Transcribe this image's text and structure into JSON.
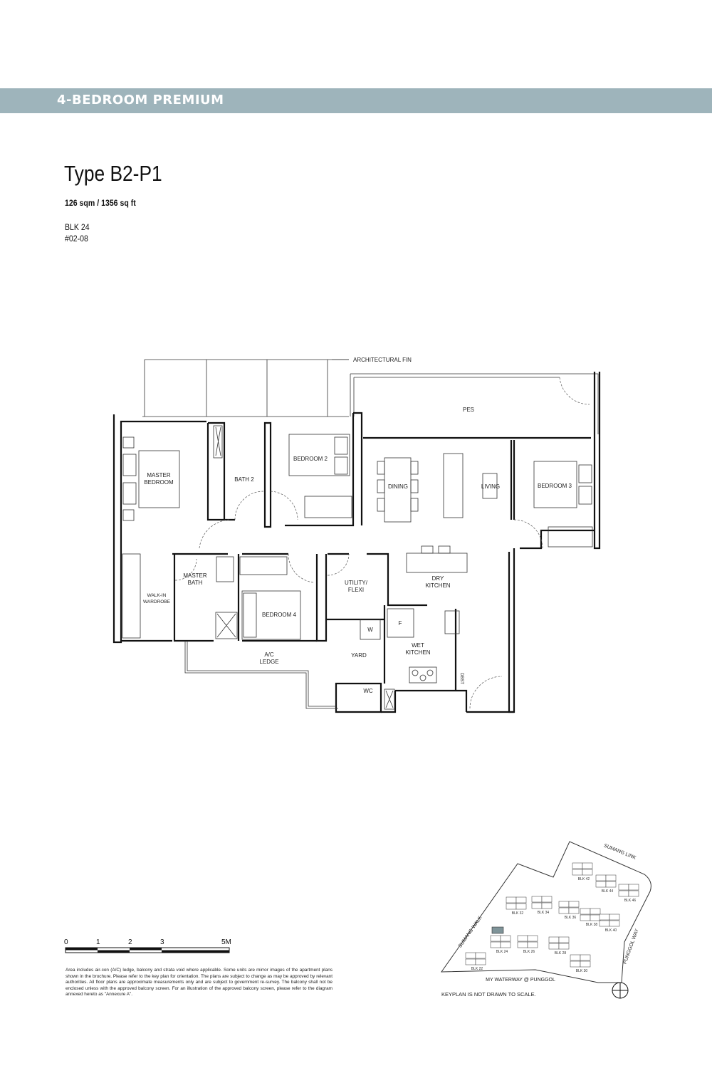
{
  "header": {
    "band_title": "4-BEDROOM PREMIUM",
    "band_color": "#9eb4bb"
  },
  "unit": {
    "type": "Type B2-P1",
    "area": "126 sqm / 1356 sq ft",
    "block": "BLK 24",
    "unit_no": "#02-08"
  },
  "floorplan": {
    "rooms": {
      "architectural_fin": "ARCHITECTURAL FIN",
      "pes": "PES",
      "master_bedroom": [
        "MASTER",
        "BEDROOM"
      ],
      "bath2": "BATH 2",
      "bedroom2": "BEDROOM 2",
      "dining": "DINING",
      "living": "LIVING",
      "bedroom3": "BEDROOM 3",
      "master_bath": [
        "MASTER",
        "BATH"
      ],
      "walk_in_wardrobe": [
        "WALK-IN",
        "WARDROBE"
      ],
      "bedroom4": "BEDROOM 4",
      "utility": [
        "UTILITY/",
        "FLEXI"
      ],
      "dry_kitchen": [
        "DRY",
        "KITCHEN"
      ],
      "wet_kitchen": [
        "WET",
        "KITCHEN"
      ],
      "yard": "YARD",
      "wc": "WC",
      "ac_ledge": [
        "A/C",
        "LEDGE"
      ],
      "washer": "W",
      "fridge": "F",
      "dbst": "DBST"
    }
  },
  "scale_bar": {
    "labels": [
      "0",
      "1",
      "2",
      "3",
      "5M"
    ]
  },
  "disclaimer": "Area includes air-con (A/C) ledge, balcony and strata void where applicable. Some units are mirror images of the apartment plans shown in the brochure. Please refer to the key plan for orientation. The plans are subject to change as may be approved by relevant authorities. All floor plans are approximate measurements only and are subject to government re-survey. The balcony shall not be enclosed unless with the approved balcony screen. For an illustration of the approved balcony screen, please refer to the diagram annexed hereto as \"Annexure A\".",
  "keyplan": {
    "roads": {
      "sumang_link": "SUMANG LINK",
      "sumang_walk": "SUMANG WALK",
      "punggol_way": "PUNGGOL WAY",
      "waterway": "MY WATERWAY @ PUNGGOL"
    },
    "blocks": [
      "BLK 42",
      "BLK 44",
      "BLK 46",
      "BLK 32",
      "BLK 34",
      "BLK 36",
      "BLK 38",
      "BLK 40",
      "BLK 24",
      "BLK 26",
      "BLK 28",
      "BLK 30",
      "BLK 22"
    ],
    "highlight_block": "BLK 24",
    "highlight_color": "#7f9499",
    "note": "KEYPLAN IS NOT DRAWN TO SCALE.",
    "compass": "north-compass-icon"
  }
}
